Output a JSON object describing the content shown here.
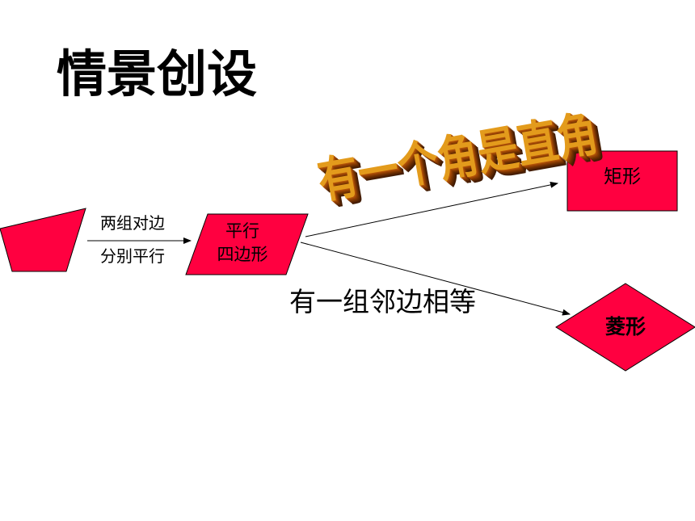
{
  "slide": {
    "title": "情景创设",
    "edge_label_top": "两组对边",
    "edge_label_bottom": "分别平行",
    "parallelogram_line1": "平行",
    "parallelogram_line2": "四边形",
    "branch_high_label": "有一个角是直角",
    "branch_low_label": "有一组邻边相等",
    "rectangle_label": "矩形",
    "rhombus_label": "菱形"
  },
  "colors": {
    "shape_fill": "#ff0040",
    "shape_stroke": "#000000",
    "arrow": "#000000",
    "art_text_face": "#e39b1c",
    "art_text_depth": "#5f2802"
  }
}
